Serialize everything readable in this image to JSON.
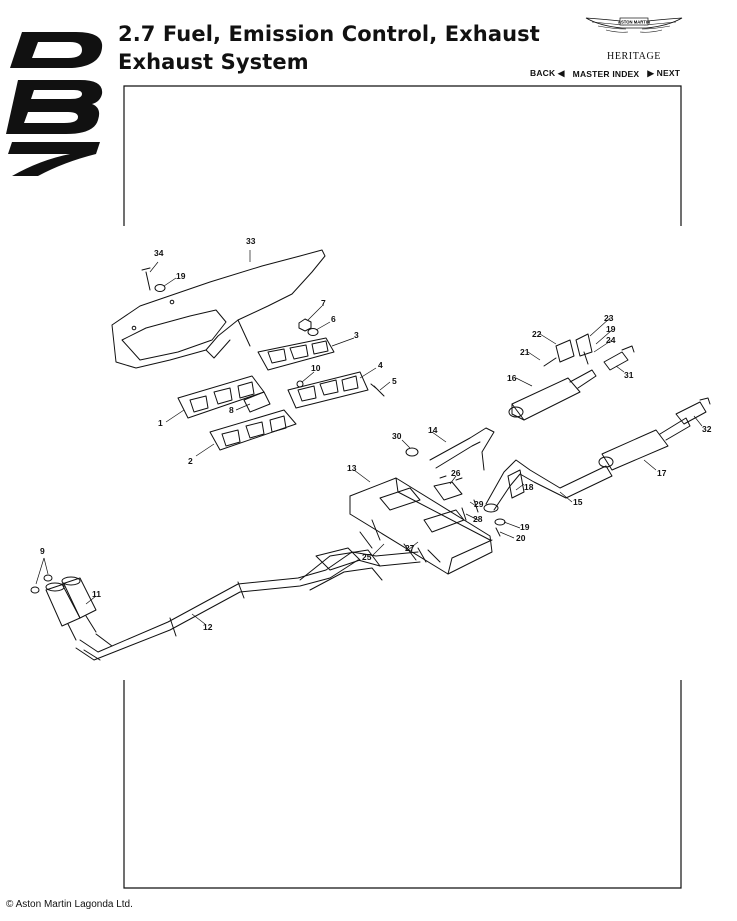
{
  "header": {
    "title_line1": "2.7 Fuel, Emission Control, Exhaust",
    "title_line2": "Exhaust System"
  },
  "brand": {
    "badge_text": "ASTON MARTIN",
    "subtitle": "HERITAGE"
  },
  "nav": {
    "back": "BACK",
    "master_index": "MASTER INDEX",
    "next": "NEXT"
  },
  "logo": {
    "text": "DB7"
  },
  "callouts": [
    "34",
    "33",
    "19",
    "7",
    "6",
    "3",
    "4",
    "5",
    "10",
    "8",
    "1",
    "2",
    "9",
    "11",
    "12",
    "30",
    "14",
    "13",
    "26",
    "29",
    "28",
    "19",
    "20",
    "25",
    "27",
    "18",
    "15",
    "16",
    "21",
    "22",
    "23",
    "19",
    "24",
    "31",
    "17",
    "32"
  ],
  "footer": {
    "copyright": "© Aston Martin Lagonda Ltd."
  },
  "colors": {
    "ink": "#111111",
    "paper": "#ffffff"
  }
}
